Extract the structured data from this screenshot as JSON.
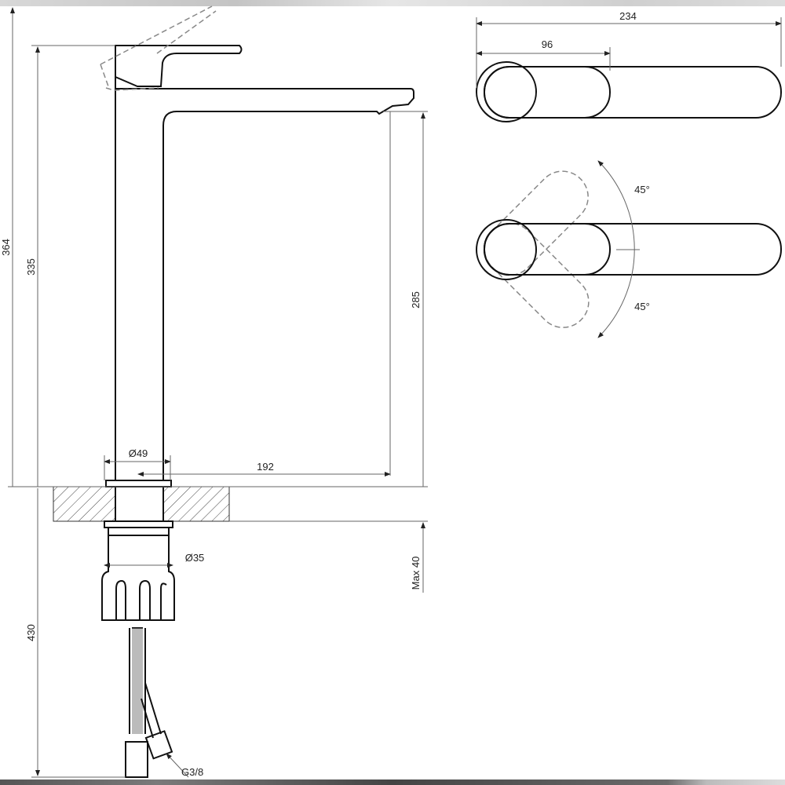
{
  "dimensions": {
    "total_height": "364",
    "handle_height": "335",
    "spout_height": "285",
    "spout_reach": "192",
    "body_diameter": "Ø49",
    "thread_diameter": "Ø35",
    "max_countertop": "Max 40",
    "hose_length": "430",
    "hose_connector": "G3/8",
    "top_length": "234",
    "handle_base_length": "96",
    "angle_left": "45°",
    "angle_right": "45°"
  }
}
